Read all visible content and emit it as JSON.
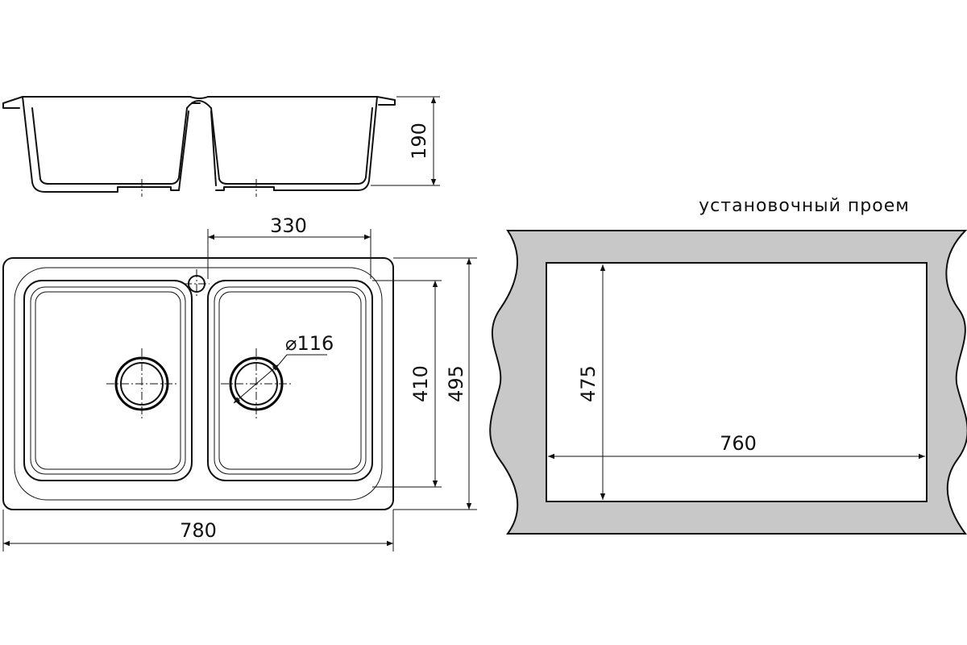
{
  "colors": {
    "line": "#111111",
    "wall": "#c8c8c8",
    "background": "#ffffff"
  },
  "dimensions": {
    "depth": "190",
    "bowl_spacing": "330",
    "drain_diameter": "⌀116",
    "bowl_depth": "410",
    "overall_depth": "495",
    "overall_width": "780",
    "cutout_depth": "475",
    "cutout_width": "760"
  },
  "cutout": {
    "caption": "установочный проем"
  }
}
